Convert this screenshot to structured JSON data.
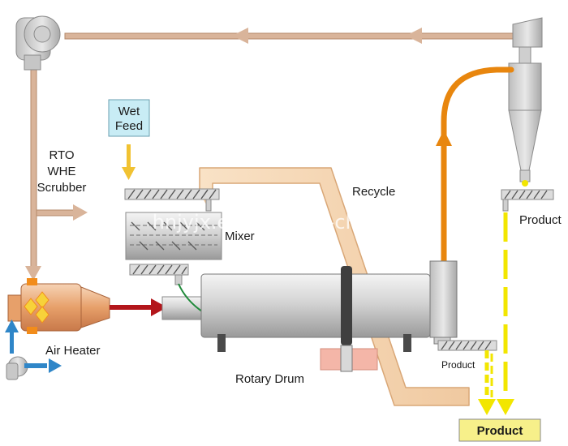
{
  "labels": {
    "rto": "RTO",
    "whe": "WHE",
    "scrubber": "Scrubber",
    "wet_feed_line1": "Wet",
    "wet_feed_line2": "Feed",
    "recycle": "Recycle",
    "mixer": "Mixer",
    "air_heater": "Air Heater",
    "rotary_drum": "Rotary Drum",
    "product_cyclone": "Product",
    "product_drum": "Product",
    "product_final": "Product"
  },
  "watermark": "hnjyjx.en.made-in-china.com",
  "colors": {
    "duct": "#d9b49a",
    "duct_stroke": "#b58a6b",
    "recycle_chute": "#f7d9b8",
    "hot_air": "#b3161b",
    "orange_duct": "#e8860e",
    "product_flow": "#f2e600",
    "flame": "#f28c1a",
    "drum": "#d0d0d0",
    "feed_box": "#c8ecf5",
    "product_box": "#f7f08a",
    "blue_inlet": "#2f86c8"
  }
}
